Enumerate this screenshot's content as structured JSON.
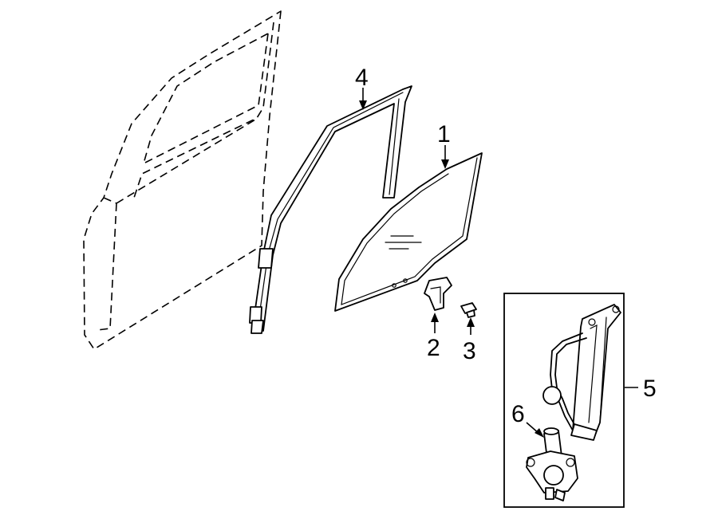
{
  "callouts": {
    "glass": "1",
    "bracket": "2",
    "bolt": "3",
    "run_channel": "4",
    "regulator": "5",
    "motor": "6"
  }
}
